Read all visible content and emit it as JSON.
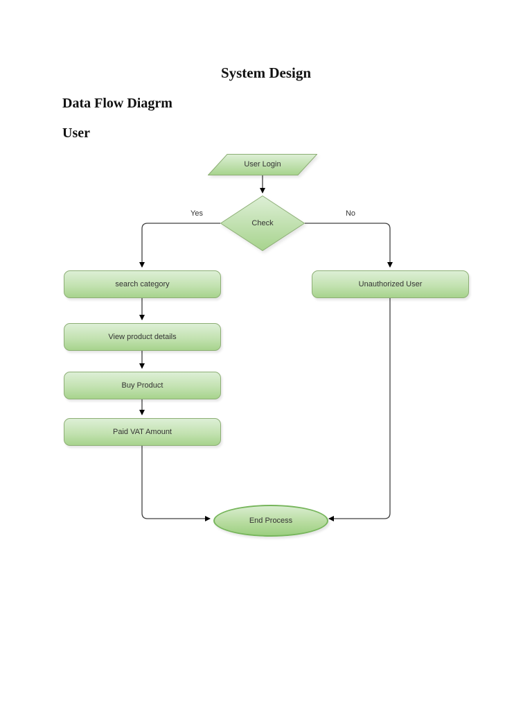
{
  "page": {
    "title": "System Design",
    "heading": "Data Flow Diagrm",
    "subheading": "User"
  },
  "colors": {
    "shape_fill_top": "#ddefd6",
    "shape_fill_bottom": "#a7d38d",
    "shape_border": "#8cae74",
    "terminator_border": "#76b55b",
    "connector_line": "#3f3f3f",
    "arrowhead": "#000000",
    "label_text": "#333333"
  },
  "flowchart": {
    "nodes": [
      {
        "id": "user-login",
        "type": "parallelogram",
        "label": "User Login"
      },
      {
        "id": "check",
        "type": "decision",
        "label": "Check"
      },
      {
        "id": "search-category",
        "type": "process",
        "label": "search category"
      },
      {
        "id": "unauthorized-user",
        "type": "process",
        "label": "Unauthorized User"
      },
      {
        "id": "view-product-details",
        "type": "process",
        "label": "View product details"
      },
      {
        "id": "buy-product",
        "type": "process",
        "label": "Buy Product"
      },
      {
        "id": "paid-vat-amount",
        "type": "process",
        "label": "Paid VAT Amount"
      },
      {
        "id": "end-process",
        "type": "terminator",
        "label": "End Process"
      }
    ],
    "edges": [
      {
        "from": "user-login",
        "to": "check",
        "label": ""
      },
      {
        "from": "check",
        "to": "search-category",
        "label": "Yes"
      },
      {
        "from": "check",
        "to": "unauthorized-user",
        "label": "No"
      },
      {
        "from": "search-category",
        "to": "view-product-details",
        "label": ""
      },
      {
        "from": "view-product-details",
        "to": "buy-product",
        "label": ""
      },
      {
        "from": "buy-product",
        "to": "paid-vat-amount",
        "label": ""
      },
      {
        "from": "paid-vat-amount",
        "to": "end-process",
        "label": ""
      },
      {
        "from": "unauthorized-user",
        "to": "end-process",
        "label": ""
      }
    ]
  }
}
